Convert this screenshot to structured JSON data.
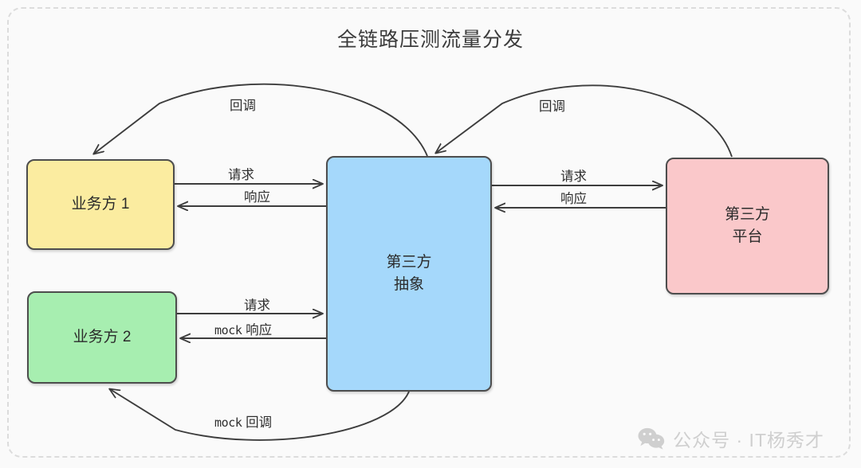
{
  "diagram": {
    "title": "全链路压测流量分发",
    "nodes": [
      {
        "id": "biz1",
        "label": "业务方 1",
        "color": "#fbeca0"
      },
      {
        "id": "biz2",
        "label": "业务方 2",
        "color": "#a7eeb0"
      },
      {
        "id": "abstract",
        "label_line1": "第三方",
        "label_line2": "抽象",
        "color": "#a5d8fb"
      },
      {
        "id": "platform",
        "label_line1": "第三方",
        "label_line2": "平台",
        "color": "#fac8ca"
      }
    ],
    "edges": [
      {
        "id": "biz1-request",
        "label": "请求",
        "from": "biz1",
        "to": "abstract"
      },
      {
        "id": "biz1-response",
        "label": "响应",
        "from": "abstract",
        "to": "biz1"
      },
      {
        "id": "biz1-callback",
        "label": "回调",
        "from": "abstract",
        "to": "biz1"
      },
      {
        "id": "biz2-request",
        "label": "请求",
        "from": "biz2",
        "to": "abstract"
      },
      {
        "id": "biz2-mock-response",
        "label_mono": "mock",
        "label_cjk": "响应",
        "from": "abstract",
        "to": "biz2"
      },
      {
        "id": "biz2-mock-callback",
        "label_mono": "mock",
        "label_cjk": "回调",
        "from": "abstract",
        "to": "biz2"
      },
      {
        "id": "platform-request",
        "label": "请求",
        "from": "abstract",
        "to": "platform"
      },
      {
        "id": "platform-response",
        "label": "响应",
        "from": "platform",
        "to": "abstract"
      },
      {
        "id": "platform-callback",
        "label": "回调",
        "from": "platform",
        "to": "abstract"
      }
    ]
  },
  "watermark": {
    "icon": "wechat-icon",
    "text": "公众号 · IT杨秀才"
  },
  "colors": {
    "background": "#fafafa",
    "frame_border": "#dcdcdc",
    "stroke": "#3d3d3d",
    "text": "#2b2b2b",
    "watermark": "#cfcfcf"
  }
}
